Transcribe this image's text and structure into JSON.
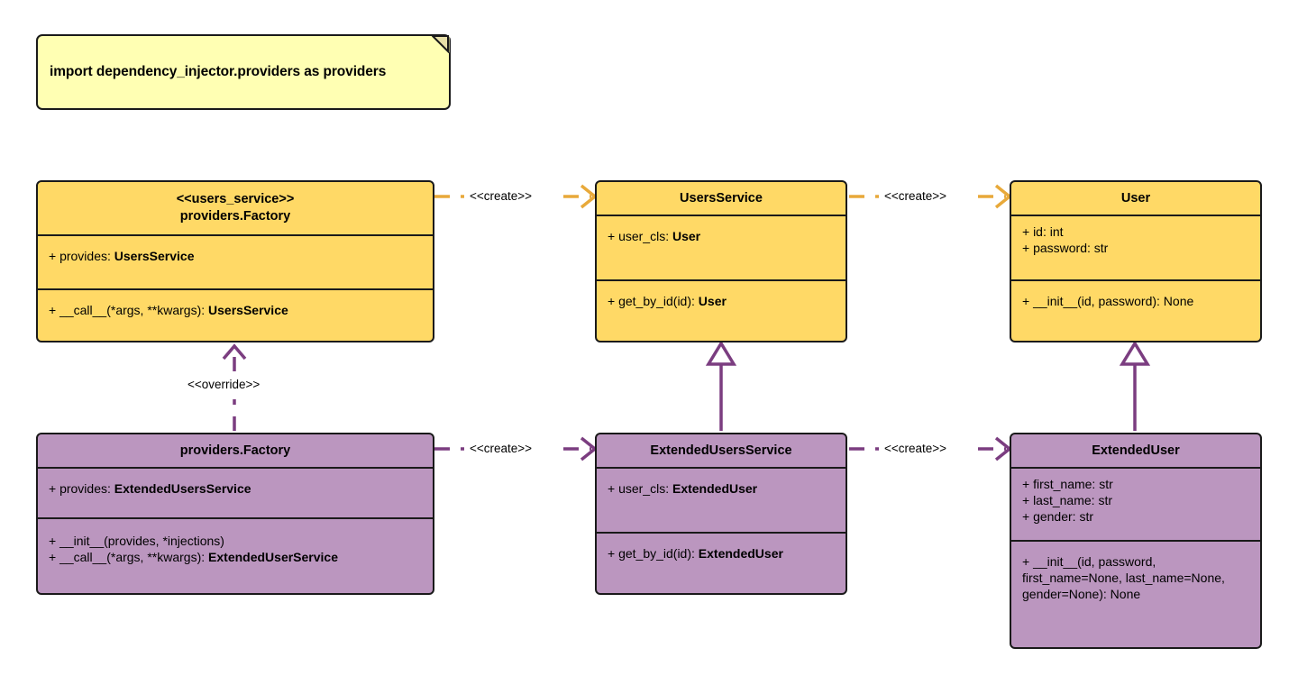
{
  "diagram": {
    "title": "Dependency Injector providers UML class diagram",
    "colors": {
      "yellow_fill": "#ffd966",
      "purple_fill": "#bb96bf",
      "note_fill": "#ffffb3",
      "yellow_edge": "#e8a93a",
      "purple_edge": "#7b3d80",
      "outline": "#1a1a1a"
    }
  },
  "note": {
    "text": "import dependency_injector.providers as providers"
  },
  "classes": {
    "users_service_factory": {
      "stereotype": "<<users_service>>",
      "name": "providers.Factory",
      "attributes": [
        {
          "prefix": "+ provides: ",
          "bold": "UsersService"
        }
      ],
      "methods": [
        {
          "prefix": "+ __call__(*args, **kwargs): ",
          "bold": "UsersService"
        }
      ]
    },
    "users_service": {
      "stereotype": "",
      "name": "UsersService",
      "attributes": [
        {
          "prefix": "+ user_cls: ",
          "bold": "User"
        }
      ],
      "methods": [
        {
          "prefix": "+ get_by_id(id): ",
          "bold": "User"
        }
      ]
    },
    "user": {
      "stereotype": "",
      "name": "User",
      "attributes": [
        {
          "prefix": "+ id: int",
          "bold": ""
        },
        {
          "prefix": "+ password: str",
          "bold": ""
        }
      ],
      "methods": [
        {
          "prefix": "+ __init__(id, password): None",
          "bold": ""
        }
      ]
    },
    "extended_factory": {
      "stereotype": "",
      "name": "providers.Factory",
      "attributes": [
        {
          "prefix": "+ provides: ",
          "bold": "ExtendedUsersService"
        }
      ],
      "methods": [
        {
          "prefix": "+ __init__(provides, *injections)",
          "bold": ""
        },
        {
          "prefix": "+ __call__(*args, **kwargs): ",
          "bold": "ExtendedUserService"
        }
      ]
    },
    "extended_users_service": {
      "stereotype": "",
      "name": "ExtendedUsersService",
      "attributes": [
        {
          "prefix": "+ user_cls: ",
          "bold": "ExtendedUser"
        }
      ],
      "methods": [
        {
          "prefix": "+ get_by_id(id): ",
          "bold": "ExtendedUser"
        }
      ]
    },
    "extended_user": {
      "stereotype": "",
      "name": "ExtendedUser",
      "attributes": [
        {
          "prefix": "+ first_name: str",
          "bold": ""
        },
        {
          "prefix": "+ last_name: str",
          "bold": ""
        },
        {
          "prefix": "+ gender: str",
          "bold": ""
        }
      ],
      "methods": [
        {
          "prefix": "+ __init__(id, password, first_name=None, last_name=None, gender=None): None",
          "bold": ""
        }
      ]
    }
  },
  "edges": {
    "create_top_left": {
      "label": "<<create>>",
      "kind": "dependency",
      "color": "#e8a93a"
    },
    "create_top_right": {
      "label": "<<create>>",
      "kind": "dependency",
      "color": "#e8a93a"
    },
    "create_bottom_left": {
      "label": "<<create>>",
      "kind": "dependency",
      "color": "#7b3d80"
    },
    "create_bottom_right": {
      "label": "<<create>>",
      "kind": "dependency",
      "color": "#7b3d80"
    },
    "override": {
      "label": "<<override>>",
      "kind": "dependency",
      "color": "#7b3d80"
    },
    "generalization_service": {
      "label": "",
      "kind": "generalization",
      "color": "#7b3d80"
    },
    "generalization_user": {
      "label": "",
      "kind": "generalization",
      "color": "#7b3d80"
    }
  }
}
